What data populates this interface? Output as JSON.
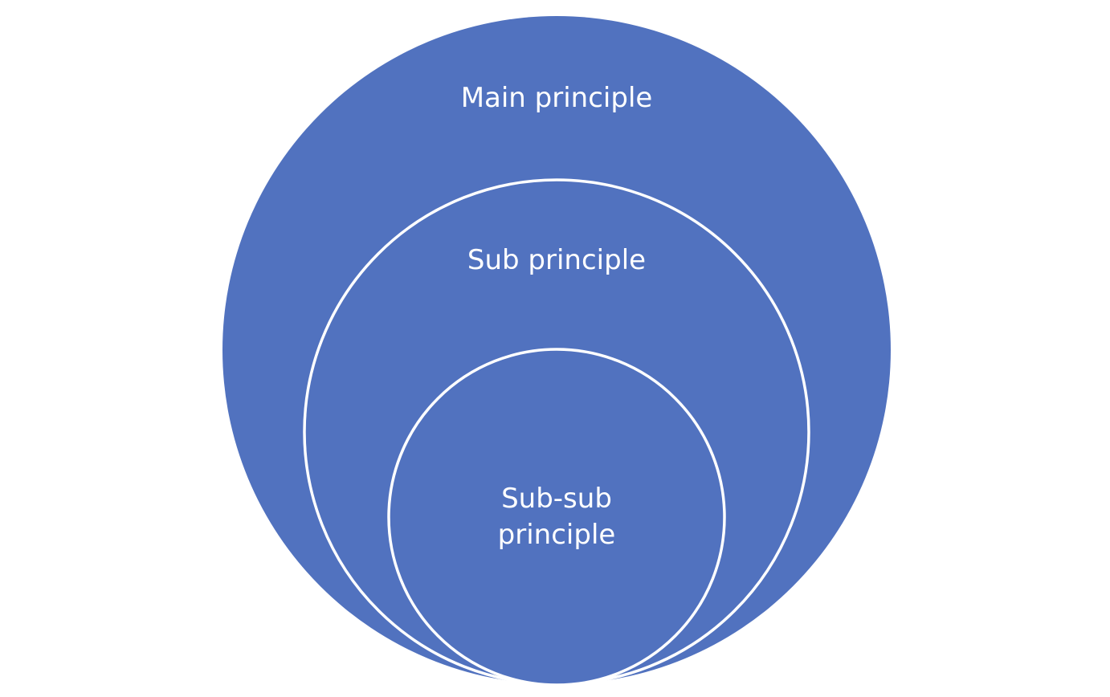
{
  "diagram": {
    "type": "nested-circles",
    "fill_color": "#5172BF",
    "border_color": "#FFFFFF",
    "background_color": "#FFFFFF",
    "levels": [
      {
        "label": "Main principle"
      },
      {
        "label": "Sub principle"
      },
      {
        "label_line1": "Sub-sub",
        "label_line2": "principle"
      }
    ]
  }
}
